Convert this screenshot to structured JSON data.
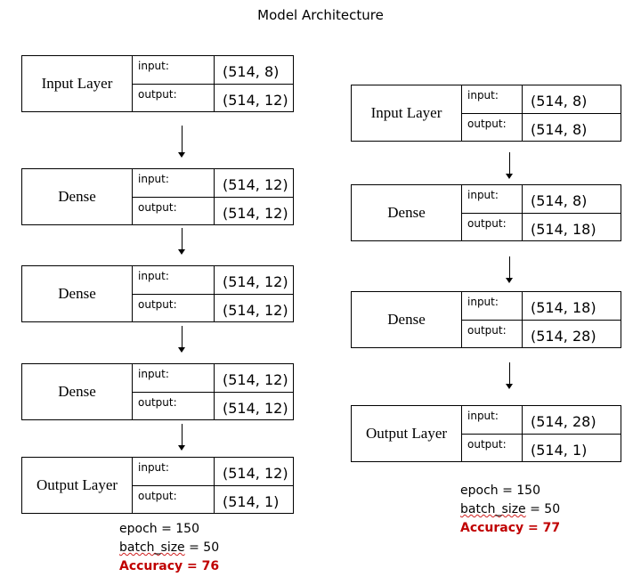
{
  "title": "Model Architecture",
  "field_labels": {
    "input": "input:",
    "output": "output:"
  },
  "models": [
    {
      "layers": [
        {
          "name": "Input Layer",
          "input": "(514, 8)",
          "output": "(514, 12)"
        },
        {
          "name": "Dense",
          "input": "(514, 12)",
          "output": "(514, 12)"
        },
        {
          "name": "Dense",
          "input": "(514, 12)",
          "output": "(514, 12)"
        },
        {
          "name": "Dense",
          "input": "(514, 12)",
          "output": "(514, 12)"
        },
        {
          "name": "Output Layer",
          "input": "(514, 12)",
          "output": "(514, 1)"
        }
      ],
      "epoch_line": "epoch = 150",
      "batch_label": "batch_size",
      "batch_rest": " = 50",
      "accuracy_line": "Accuracy = 76"
    },
    {
      "layers": [
        {
          "name": "Input Layer",
          "input": "(514, 8)",
          "output": "(514, 8)"
        },
        {
          "name": "Dense",
          "input": "(514, 8)",
          "output": "(514, 18)"
        },
        {
          "name": "Dense",
          "input": "(514, 18)",
          "output": "(514, 28)"
        },
        {
          "name": "Output Layer",
          "input": "(514, 28)",
          "output": "(514, 1)"
        }
      ],
      "epoch_line": "epoch = 150",
      "batch_label": "batch_size",
      "batch_rest": " = 50",
      "accuracy_line": "Accuracy = 77"
    }
  ]
}
